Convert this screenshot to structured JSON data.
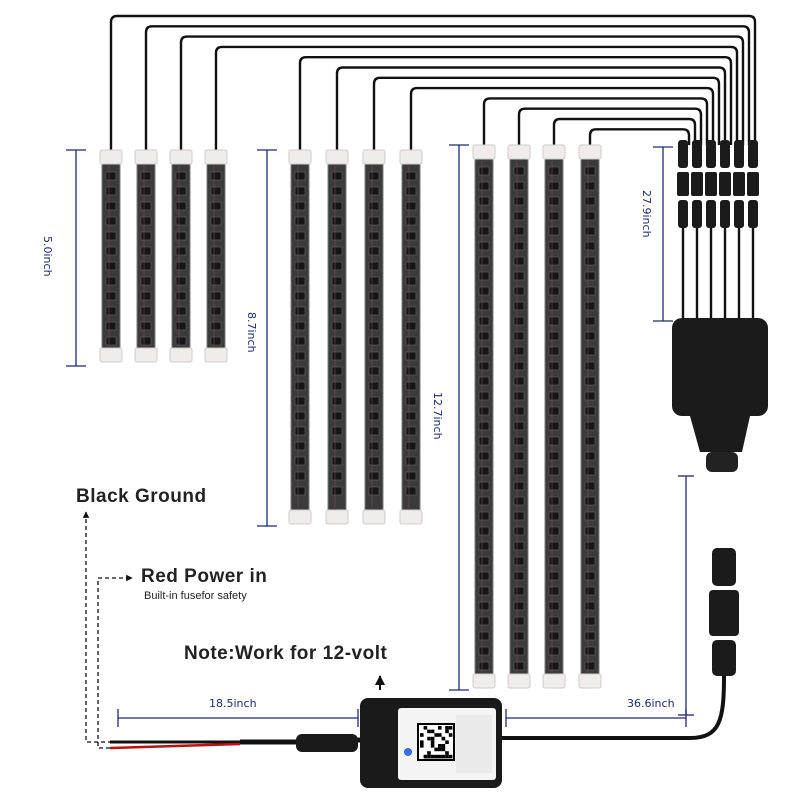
{
  "labels": {
    "ground": "Black Ground",
    "power": "Red Power in",
    "fuse": "Built-in fusefor safety",
    "note": "Note:Work for 12-volt"
  },
  "dimensions": {
    "short_strip": "5.0inch",
    "medium_strip": "8.7inch",
    "long_strip": "12.7inch",
    "splitter_leads": "27.9inch",
    "controller_to_power": "18.5inch",
    "controller_to_splitter": "36.6inch"
  },
  "strips": {
    "groups": [
      {
        "name": "short",
        "count": 4
      },
      {
        "name": "medium",
        "count": 4
      },
      {
        "name": "long",
        "count": 4
      }
    ]
  },
  "colors": {
    "dimension_line": "#1e2a6e",
    "wire": "#111111",
    "strip_body": "#3b3b3b",
    "strip_cap": "#f1ecec"
  }
}
